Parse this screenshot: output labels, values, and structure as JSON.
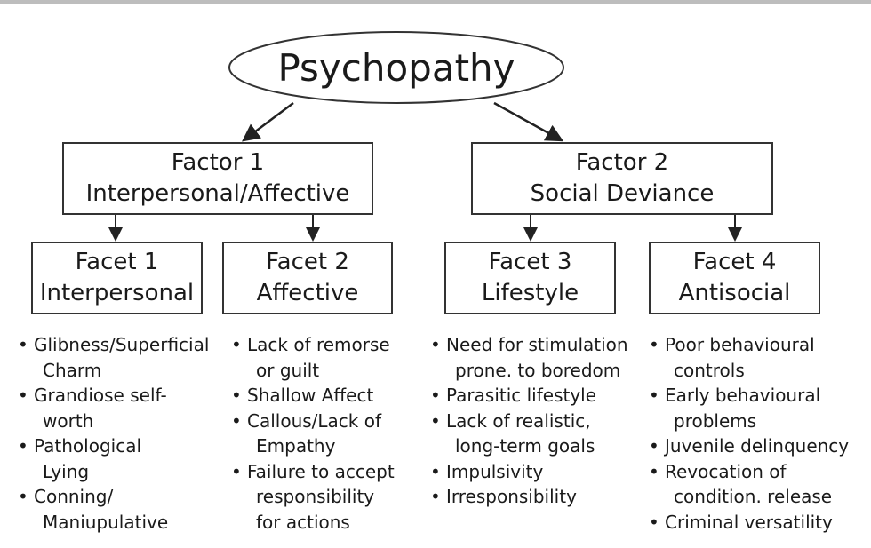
{
  "title": "Psychopathy",
  "factors": [
    {
      "name": "Factor 1",
      "subtitle": "Interpersonal/Affective"
    },
    {
      "name": "Factor 2",
      "subtitle": "Social Deviance"
    }
  ],
  "facets": [
    {
      "name": "Facet 1",
      "subtitle": "Interpersonal",
      "items": [
        [
          "Glibness/Superficial",
          "Charm"
        ],
        [
          "Grandiose self-",
          "worth"
        ],
        [
          "Pathological",
          "Lying"
        ],
        [
          "Conning/",
          "Maniupulative"
        ]
      ]
    },
    {
      "name": "Facet 2",
      "subtitle": "Affective",
      "items": [
        [
          "Lack of remorse",
          "or guilt"
        ],
        [
          "Shallow Affect"
        ],
        [
          "Callous/Lack of",
          "Empathy"
        ],
        [
          "Failure to accept",
          "responsibility",
          "for actions"
        ]
      ]
    },
    {
      "name": "Facet 3",
      "subtitle": "Lifestyle",
      "items": [
        [
          "Need for stimulation",
          "prone. to boredom"
        ],
        [
          "Parasitic lifestyle"
        ],
        [
          "Lack of realistic,",
          "long-term goals"
        ],
        [
          "Impulsivity"
        ],
        [
          "Irresponsibility"
        ]
      ]
    },
    {
      "name": "Facet 4",
      "subtitle": "Antisocial",
      "items": [
        [
          "Poor behavioural",
          "controls"
        ],
        [
          "Early behavioural",
          "problems"
        ],
        [
          "Juvenile delinquency"
        ],
        [
          "Revocation of",
          "condition. release"
        ],
        [
          "Criminal versatility"
        ]
      ]
    }
  ]
}
